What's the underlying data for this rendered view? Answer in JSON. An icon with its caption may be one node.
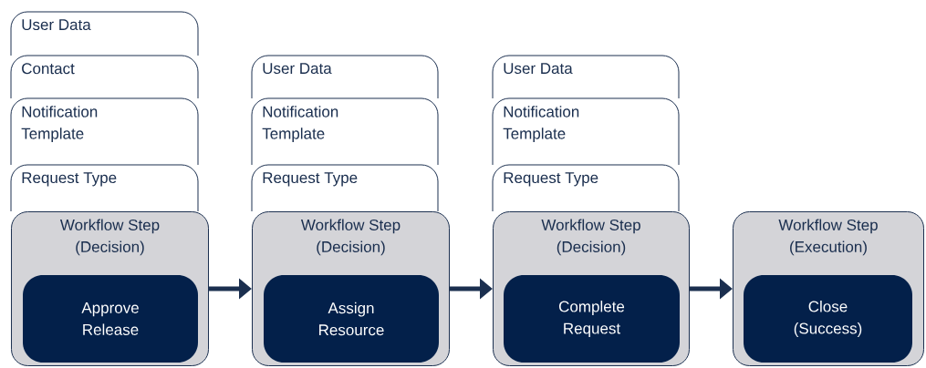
{
  "diagram": {
    "nodes": [
      {
        "text": [
          "User Data"
        ]
      },
      {
        "text": [
          "Contact"
        ]
      },
      {
        "text": [
          "Notification Template"
        ]
      },
      {
        "text": [
          "Request Type"
        ]
      },
      {
        "text": [
          "Workflow Step (Decision)"
        ]
      },
      {
        "text": [
          "Approve Release"
        ],
        "in": 4
      },
      {
        "text": [
          "User Data"
        ]
      },
      {
        "text": [
          "Notification Template"
        ]
      },
      {
        "text": [
          "Request Type"
        ]
      },
      {
        "text": [
          "Workflow Step (Decision)"
        ]
      },
      {
        "text": [
          "Assign Resource"
        ],
        "in": 9
      },
      {
        "text": [
          "User Data"
        ]
      },
      {
        "text": [
          "Notification Template"
        ]
      },
      {
        "text": [
          "Request Type"
        ]
      },
      {
        "text": [
          "Workflow Step (Decision)"
        ]
      },
      {
        "text": [
          "Complete Request"
        ],
        "in": 14
      },
      {
        "text": [
          "Workflow Step (Execution)"
        ]
      },
      {
        "text": [
          "Close (Success)"
        ],
        "in": 16
      }
    ],
    "edges": [
      {
        "from": 4,
        "to": 9,
        "arrow": "to"
      },
      {
        "from": 9,
        "to": 14,
        "arrow": "to"
      },
      {
        "from": 14,
        "to": 16,
        "arrow": "to"
      }
    ]
  }
}
